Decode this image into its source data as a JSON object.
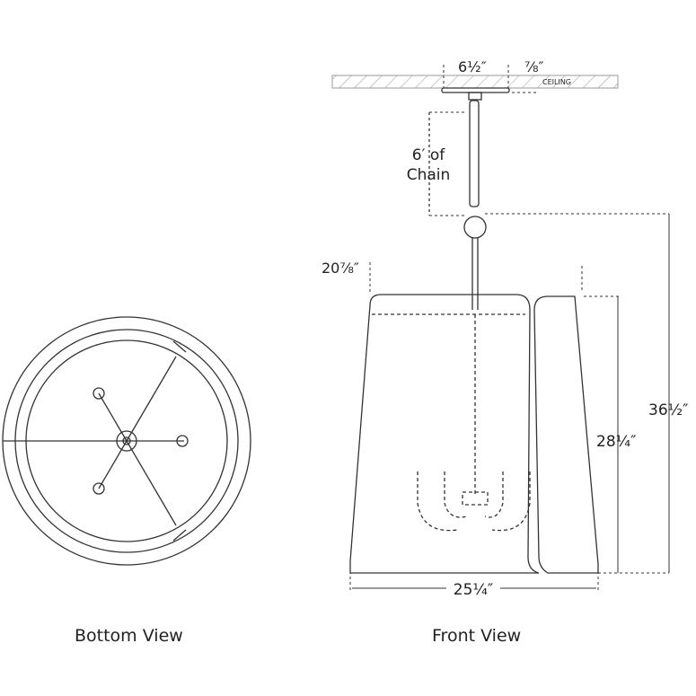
{
  "dimensions": {
    "canopy_width": "6½″",
    "canopy_height": "⅞″",
    "ceiling": "CEILING",
    "chain": [
      "6′ of",
      "Chain"
    ],
    "shade_top": "20⅞″",
    "shade_height": "28¼″",
    "overall_height": "36½″",
    "shade_bottom": "25¼″"
  },
  "labels": {
    "bottom_view": "Bottom View",
    "front_view": "Front View"
  }
}
